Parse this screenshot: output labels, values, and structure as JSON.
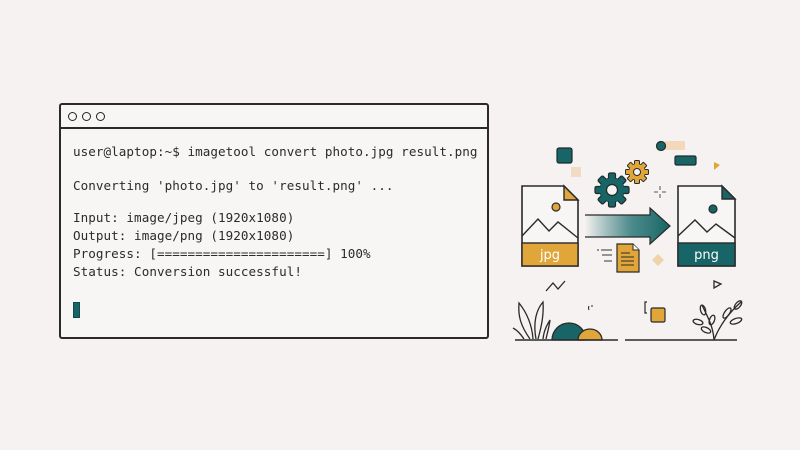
{
  "terminal": {
    "window_controls": [
      "close",
      "minimize",
      "maximize"
    ],
    "prompt": "user@laptop:~$ ",
    "command": "imagetool convert photo.jpg result.png",
    "output": {
      "converting": "Converting 'photo.jpg' to 'result.png' ...",
      "input": "Input: image/jpeg (1920x1080)",
      "output": "Output: image/png (1920x1080)",
      "progress": "Progress: [======================] 100%",
      "status": "Status: Conversion successful!"
    },
    "cursor_color": "#176566"
  },
  "illustration": {
    "source_file": {
      "label": "jpg",
      "color": "#e0a63a"
    },
    "target_file": {
      "label": "png",
      "color": "#176566"
    },
    "icons": [
      "gear-icon",
      "gear-icon",
      "arrow-right-icon",
      "document-icon",
      "plant-icon",
      "leaf-icon"
    ]
  },
  "colors": {
    "background": "#f5f2f1",
    "accent_teal": "#176566",
    "accent_gold": "#e0a63a",
    "ink": "#2a2a2a"
  }
}
